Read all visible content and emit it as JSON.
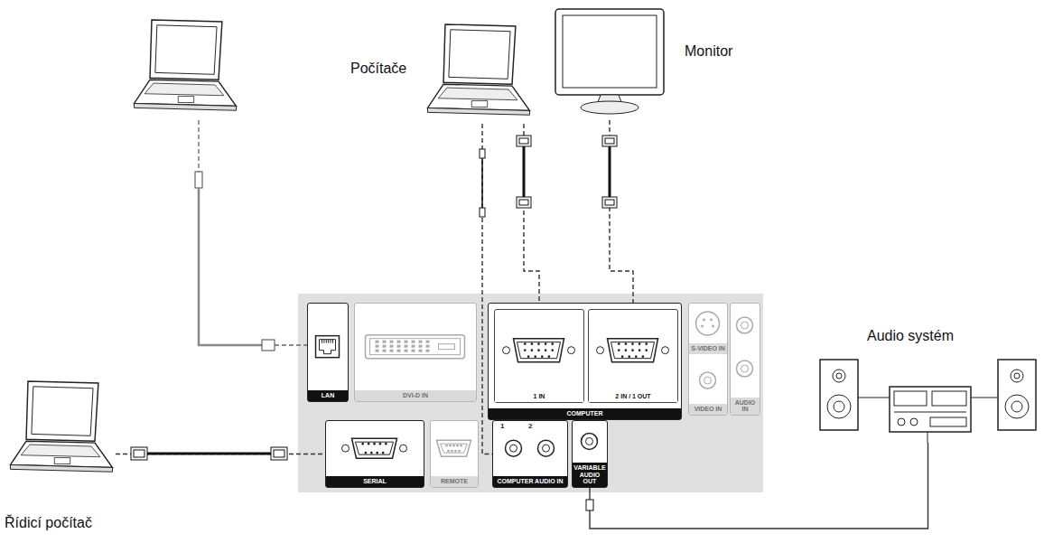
{
  "diagram": {
    "nodes": [
      {
        "text": [
          "Počítače"
        ]
      },
      {
        "text": [
          "Monitor"
        ]
      },
      {
        "text": [
          "LAN"
        ]
      },
      {
        "text": [
          "DVI-D IN"
        ]
      },
      {
        "text": [
          "COMPUTER"
        ]
      },
      {
        "text": [
          "1 IN"
        ],
        "in": 4
      },
      {
        "text": [
          "2 IN / 1 OUT"
        ],
        "in": 4
      },
      {
        "text": [
          "S-VIDEO IN",
          "VIDEO IN"
        ]
      },
      {
        "text": [
          "AUDIO IN"
        ]
      },
      {
        "text": [
          "SERIAL"
        ]
      },
      {
        "text": [
          "REMOTE"
        ]
      },
      {
        "text": [
          "COMPUTER AUDIO IN"
        ]
      },
      {
        "text": [
          "VARIABLE AUDIO OUT"
        ]
      },
      {
        "text": [
          "Audio systém"
        ]
      },
      {
        "text": [
          "Řídicí počítač"
        ]
      }
    ],
    "edges": [
      {
        "from": 0,
        "to": 5,
        "arrow": "none"
      },
      {
        "from": 0,
        "to": 11,
        "arrow": "none"
      },
      {
        "from": 1,
        "to": 6,
        "arrow": "none"
      },
      {
        "from": 14,
        "to": 9,
        "arrow": "none"
      },
      {
        "from": 12,
        "to": 13,
        "arrow": "none"
      }
    ],
    "labels": [
      "1",
      "2"
    ]
  }
}
